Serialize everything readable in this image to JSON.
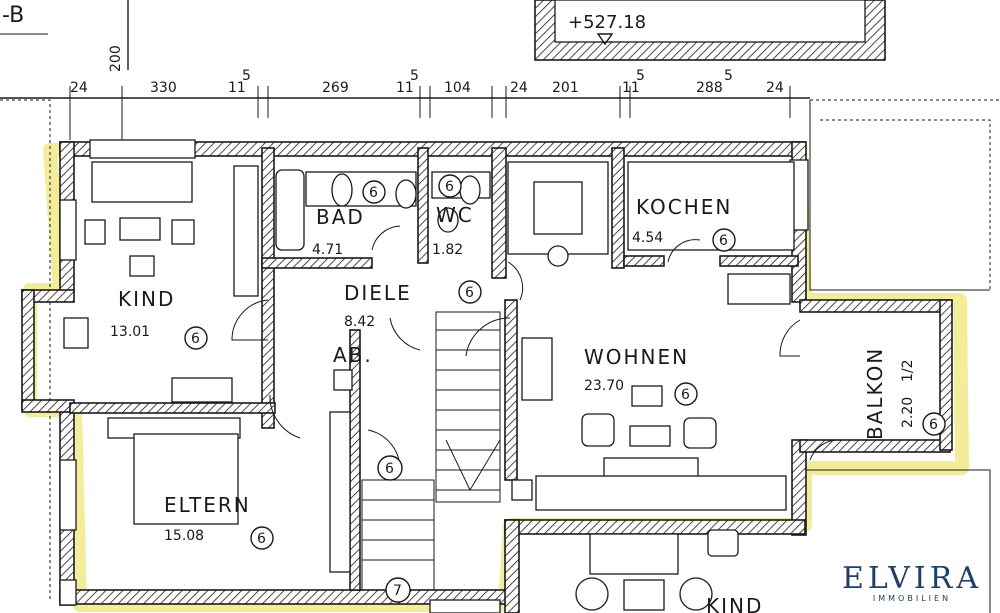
{
  "top_left_label": "-B",
  "top_dimension": "200",
  "elevation_label": "+527.18",
  "dimension_chain": [
    "24",
    "330",
    "11",
    "5",
    "269",
    "11",
    "5",
    "104",
    "24",
    "201",
    "11",
    "5",
    "288",
    "5",
    "24"
  ],
  "rooms": [
    {
      "name": "KIND",
      "area": "13.01",
      "badge": "6"
    },
    {
      "name": "BAD",
      "area": "4.71",
      "badge": "6"
    },
    {
      "name": "WC",
      "area": "1.82",
      "badge": "6"
    },
    {
      "name": "KOCHEN",
      "area": "4.54",
      "badge": "6"
    },
    {
      "name": "DIELE",
      "area": "8.42",
      "badge": "6"
    },
    {
      "name": "WOHNEN",
      "area": "23.70",
      "badge": "6"
    },
    {
      "name": "BALKON",
      "area": "2.20",
      "area_fraction": "1/2",
      "badge": "6"
    },
    {
      "name": "AB.",
      "area": "",
      "badge": ""
    },
    {
      "name": "ELTERN",
      "area": "15.08",
      "badge": "6"
    },
    {
      "name": "KIND",
      "area": "",
      "badge": ""
    }
  ],
  "stair_badge": "6",
  "lower_badge": "7",
  "brand": {
    "name": "ELVIRA",
    "tagline": "IMMOBILIEN"
  },
  "colors": {
    "highlight": "#f2ea86",
    "ink": "#1a1a1a",
    "brand": "#1d3f6b"
  }
}
